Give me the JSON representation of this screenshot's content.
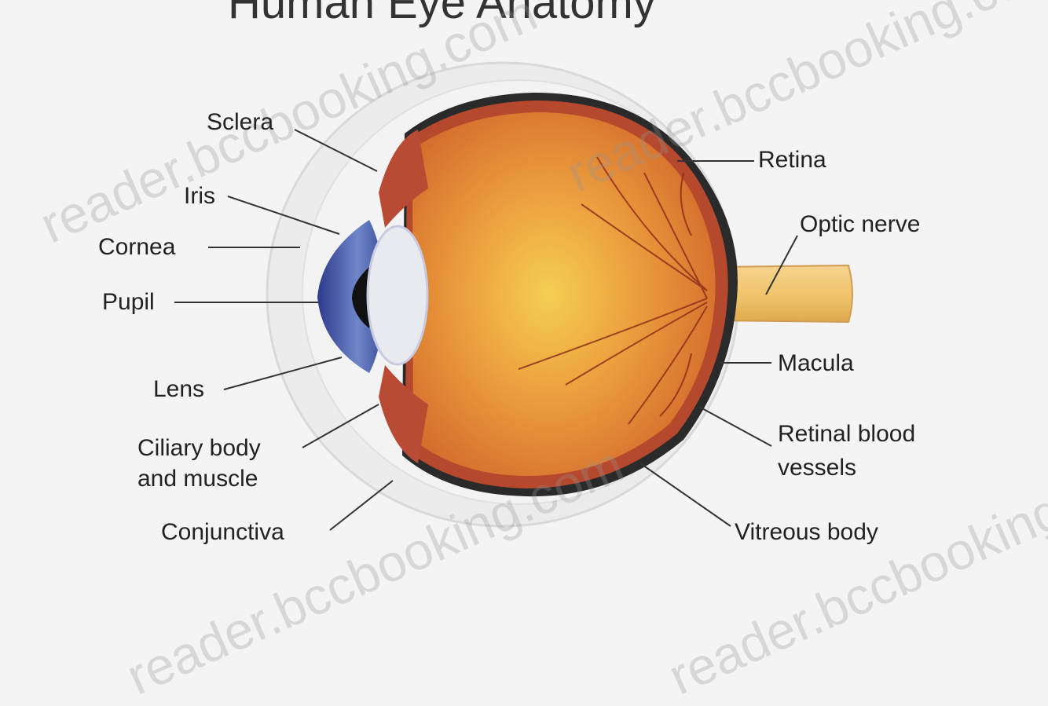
{
  "title": "Human Eye Anatomy",
  "watermark": "reader.bccbooking.com",
  "labels": {
    "sclera": "Sclera",
    "iris": "Iris",
    "cornea": "Cornea",
    "pupil": "Pupil",
    "lens": "Lens",
    "ciliary_body_line1": "Ciliary body",
    "ciliary_body_line2": "and muscle",
    "conjunctiva": "Conjunctiva",
    "retina": "Retina",
    "optic_nerve": "Optic nerve",
    "macula": "Macula",
    "retinal_vessels_line1": "Retinal blood",
    "retinal_vessels_line2": "vessels",
    "vitreous_body": "Vitreous body"
  },
  "colors": {
    "background": "#f4f4f4",
    "eyeball": "#d9762f",
    "vitreous_center": "#f2c24a",
    "choroid": "#b64a2e",
    "iris": "#3e4f9e",
    "optic_nerve": "#f3cf82",
    "vessels": "#8a2a18"
  }
}
